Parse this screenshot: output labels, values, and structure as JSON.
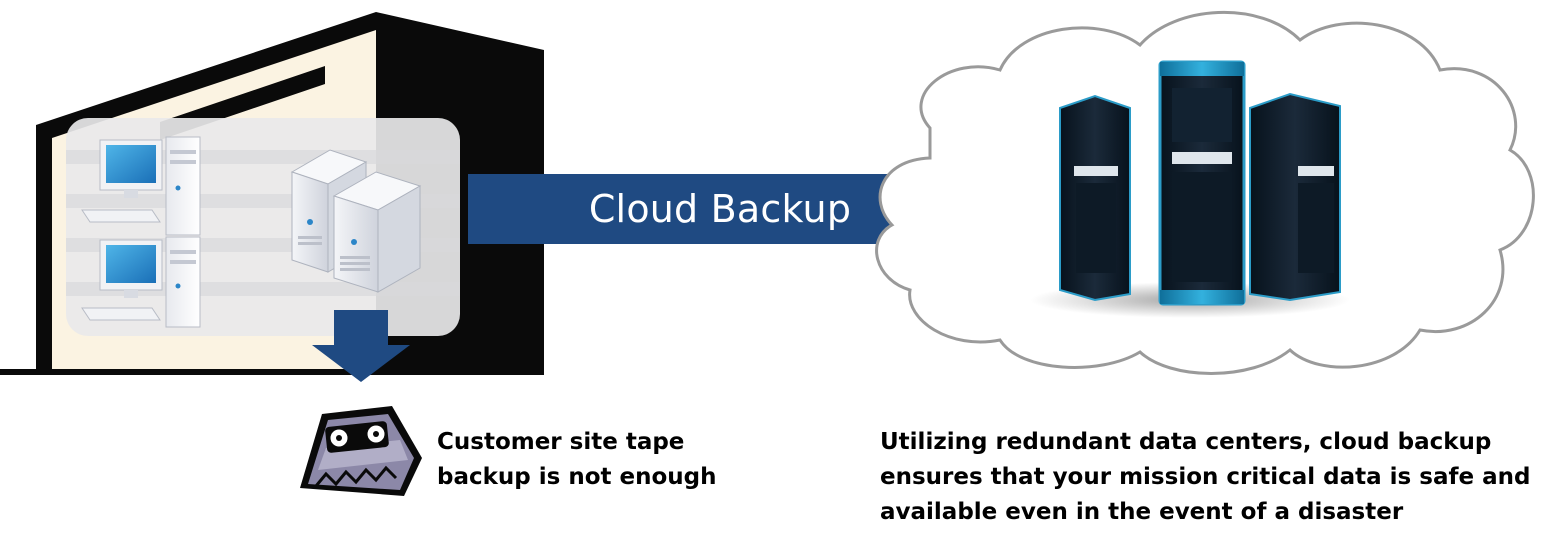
{
  "diagram": {
    "arrow_label": "Cloud Backup",
    "left_caption": {
      "lines": [
        "Customer site tape",
        "backup is not enough"
      ]
    },
    "right_caption": {
      "lines": [
        "Utilizing redundant data centers, cloud backup",
        "ensures that your mission critical data is safe and",
        "available even in the event of a disaster"
      ]
    }
  },
  "colors": {
    "arrow": "#1f4a82",
    "building": "#0a0a0a",
    "building_inner": "#fbf3e2",
    "server_cyan": "#1f8fbd",
    "tape": "#8c88a8"
  },
  "icons": [
    "building-icon",
    "desktop-computer-icon",
    "server-icon",
    "down-arrow-icon",
    "tape-cassette-icon",
    "cloud-icon",
    "cloud-server-icon"
  ]
}
